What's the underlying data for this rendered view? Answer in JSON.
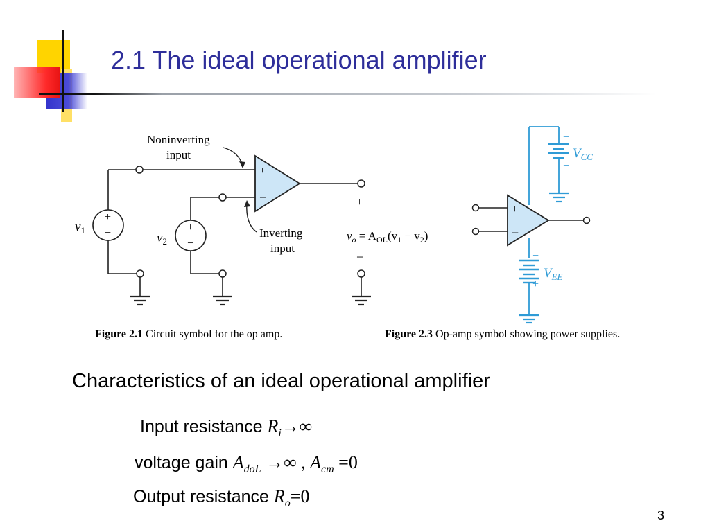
{
  "slide": {
    "title": "2.1 The ideal operational amplifier",
    "page_number": "3"
  },
  "figure1": {
    "noninv_label_line1": "Noninverting",
    "noninv_label_line2": "input",
    "inv_label_line1": "Inverting",
    "inv_label_line2": "input",
    "v1": "v",
    "v1_sub": "1",
    "v2": "v",
    "v2_sub": "2",
    "plus": "+",
    "minus": "−",
    "equation_lhs": "v",
    "equation_lhs_sub": "o",
    "equation_eq": " = A",
    "equation_A_sub": "OL",
    "equation_open": "(v",
    "equation_v1sub": "1",
    "equation_mid": " − v",
    "equation_v2sub": "2",
    "equation_close": ")",
    "caption_bold": "Figure 2.1",
    "caption_text": " Circuit symbol for the op amp."
  },
  "figure3": {
    "vcc": "V",
    "vcc_sub": "CC",
    "vee": "V",
    "vee_sub": "EE",
    "plus": "+",
    "minus": "−",
    "caption_bold": "Figure 2.3",
    "caption_text": " Op-amp symbol showing power supplies."
  },
  "characteristics": {
    "heading": "Characteristics of an ideal operational amplifier",
    "input_label": "Input resistance ",
    "input_sym": "R",
    "input_sub": "i",
    "input_val": "→∞",
    "gain_label": "voltage gain ",
    "gain_sym": "A",
    "gain_sub": "doL",
    "gain_val": " →∞ , ",
    "gain_sym2": "A",
    "gain_sub2": "cm",
    "gain_val2": " =0",
    "output_label": "Output resistance ",
    "output_sym": "R",
    "output_sub": "o",
    "output_val": "=0"
  },
  "colors": {
    "title": "#2e2e9a",
    "opamp_fill": "#cde6f7",
    "supply_blue": "#2f9bd6"
  }
}
